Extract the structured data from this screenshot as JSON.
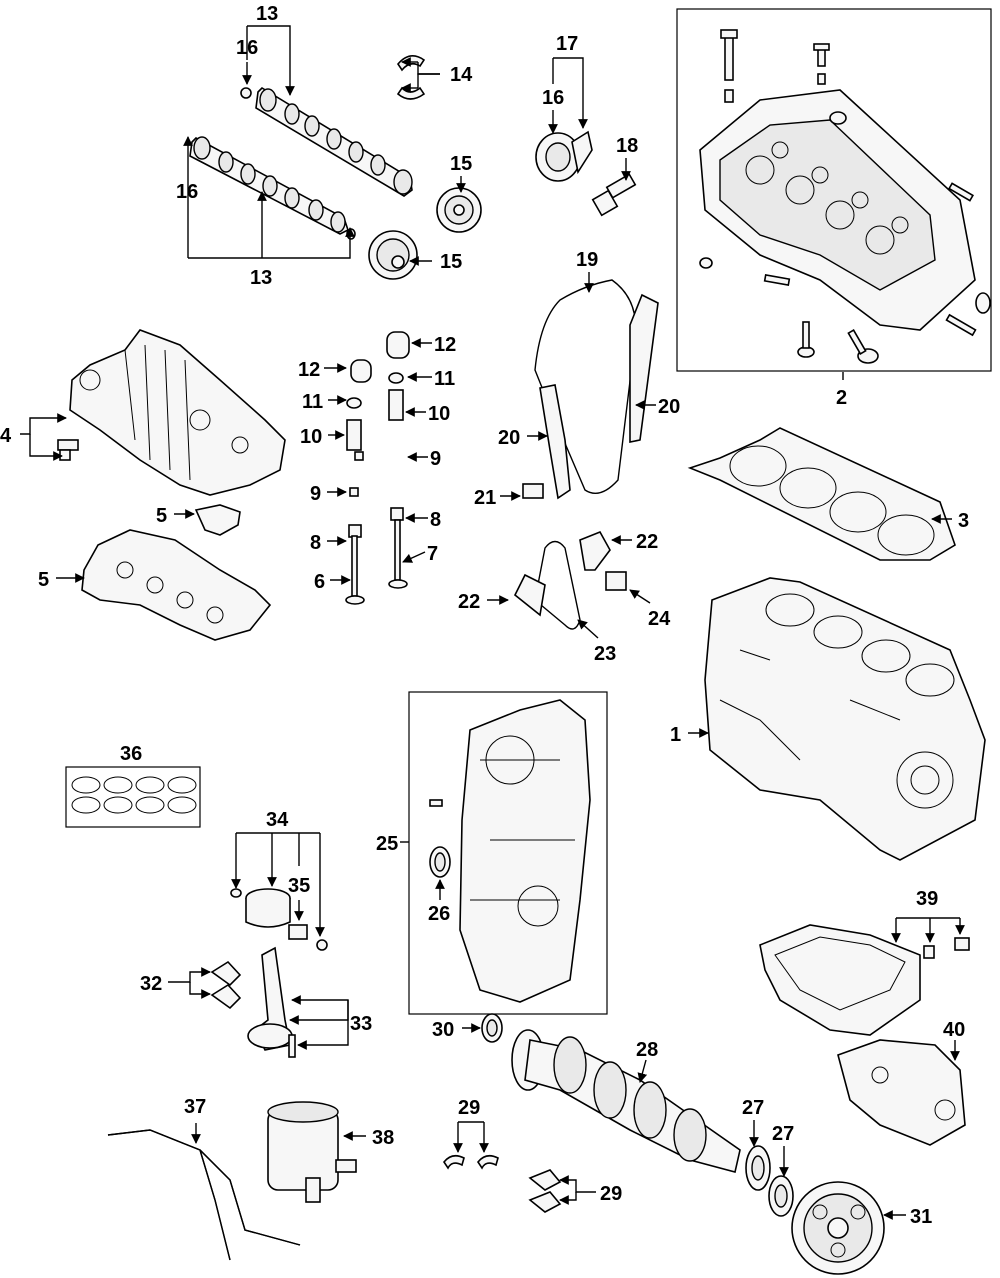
{
  "callouts": {
    "c1": "1",
    "c2": "2",
    "c3": "3",
    "c4": "4",
    "c5a": "5",
    "c5b": "5",
    "c6": "6",
    "c7": "7",
    "c8a": "8",
    "c8b": "8",
    "c9a": "9",
    "c9b": "9",
    "c10a": "10",
    "c10b": "10",
    "c11a": "11",
    "c11b": "11",
    "c12a": "12",
    "c12b": "12",
    "c13a": "13",
    "c13b": "13",
    "c14": "14",
    "c15a": "15",
    "c15b": "15",
    "c16a": "16",
    "c16b": "16",
    "c16c": "16",
    "c17": "17",
    "c18": "18",
    "c19": "19",
    "c20a": "20",
    "c20b": "20",
    "c21": "21",
    "c22a": "22",
    "c22b": "22",
    "c23": "23",
    "c24": "24",
    "c25": "25",
    "c26": "26",
    "c27a": "27",
    "c27b": "27",
    "c28": "28",
    "c29a": "29",
    "c29b": "29",
    "c30": "30",
    "c31": "31",
    "c32": "32",
    "c33": "33",
    "c34": "34",
    "c35": "35",
    "c36": "36",
    "c37": "37",
    "c38": "38",
    "c39": "39",
    "c40": "40"
  }
}
